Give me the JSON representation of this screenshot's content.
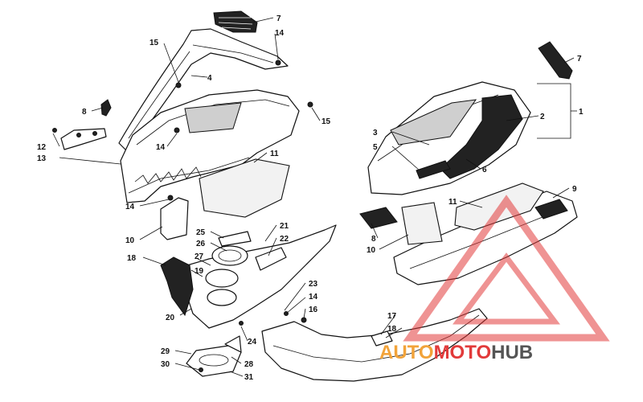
{
  "callouts": [
    {
      "id": "c7a",
      "text": "7"
    },
    {
      "id": "c14a",
      "text": "14"
    },
    {
      "id": "c15a",
      "text": "15"
    },
    {
      "id": "c4",
      "text": "4"
    },
    {
      "id": "c8a",
      "text": "8"
    },
    {
      "id": "c15b",
      "text": "15"
    },
    {
      "id": "c12",
      "text": "12"
    },
    {
      "id": "c13",
      "text": "13"
    },
    {
      "id": "c14b",
      "text": "14"
    },
    {
      "id": "c11a",
      "text": "11"
    },
    {
      "id": "c14c",
      "text": "14"
    },
    {
      "id": "c10a",
      "text": "10"
    },
    {
      "id": "c25",
      "text": "25"
    },
    {
      "id": "c21",
      "text": "21"
    },
    {
      "id": "c26",
      "text": "26"
    },
    {
      "id": "c22",
      "text": "22"
    },
    {
      "id": "c18a",
      "text": "18"
    },
    {
      "id": "c27",
      "text": "27"
    },
    {
      "id": "c19",
      "text": "19"
    },
    {
      "id": "c20",
      "text": "20"
    },
    {
      "id": "c23",
      "text": "23"
    },
    {
      "id": "c14d",
      "text": "14"
    },
    {
      "id": "c16",
      "text": "16"
    },
    {
      "id": "c24",
      "text": "24"
    },
    {
      "id": "c29",
      "text": "29"
    },
    {
      "id": "c30",
      "text": "30"
    },
    {
      "id": "c28",
      "text": "28"
    },
    {
      "id": "c31",
      "text": "31"
    },
    {
      "id": "c7b",
      "text": "7"
    },
    {
      "id": "c1",
      "text": "1"
    },
    {
      "id": "c2",
      "text": "2"
    },
    {
      "id": "c3",
      "text": "3"
    },
    {
      "id": "c5",
      "text": "5"
    },
    {
      "id": "c6",
      "text": "6"
    },
    {
      "id": "c9",
      "text": "9"
    },
    {
      "id": "c11b",
      "text": "11"
    },
    {
      "id": "c8b",
      "text": "8"
    },
    {
      "id": "c10b",
      "text": "10"
    },
    {
      "id": "c17",
      "text": "17"
    },
    {
      "id": "c18b",
      "text": "18"
    }
  ],
  "watermark": {
    "part1": "AUTO",
    "part2": "MOTO",
    "part3": "HUB",
    "color_auto": "#f2a33a",
    "color_moto": "#e23a3a",
    "color_hub": "#555555"
  }
}
